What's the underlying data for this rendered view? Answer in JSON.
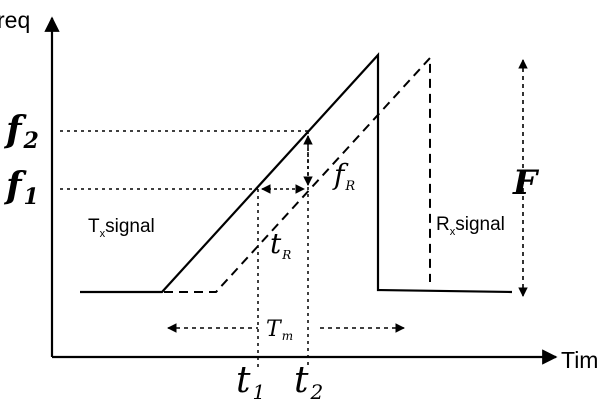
{
  "axes": {
    "y_label": "req",
    "x_label": "Tim"
  },
  "labels": {
    "f2": "f",
    "f2_sub": "2",
    "f1": "f",
    "f1_sub": "1",
    "fR": "f",
    "fR_sub": "R",
    "F": "F",
    "tx_main": "T",
    "tx_sub": "x",
    "tx_word": "signal",
    "rx_main": "R",
    "rx_sub": "x",
    "rx_word": "signal",
    "tR": "t",
    "tR_sub": "R",
    "Tm": "T",
    "Tm_sub": "m",
    "t1": "t",
    "t1_sub": "1",
    "t2": "t",
    "t2_sub": "2"
  },
  "colors": {
    "ink": "#000000",
    "background": "#ffffff"
  }
}
